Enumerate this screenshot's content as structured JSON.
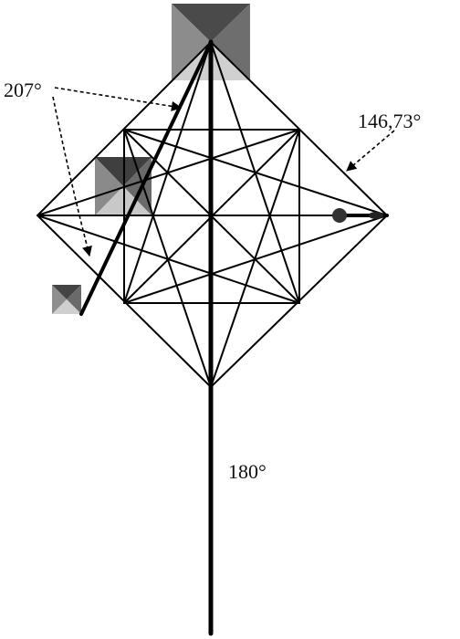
{
  "diagram": {
    "labels": {
      "angle_left": "207°",
      "angle_right": "146,73°",
      "angle_bottom": "180°"
    }
  },
  "colors": {
    "line": "#000000",
    "pyramid_dark": "#4a4a4a",
    "pyramid_mid": "#7a7a7a",
    "pyramid_light": "#b8b8b8",
    "pyramid_lighter": "#d4d4d4"
  }
}
